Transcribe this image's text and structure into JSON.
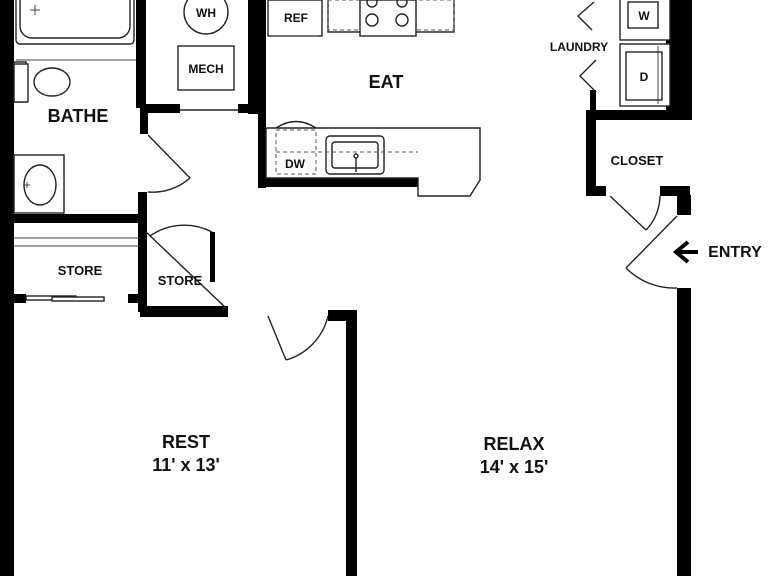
{
  "rooms": {
    "bathe": "BATHE",
    "wh": "WH",
    "mech": "MECH",
    "ref": "REF",
    "eat": "EAT",
    "dw": "DW",
    "laundry": "LAUNDRY",
    "washer": "W",
    "dryer": "D",
    "closet": "CLOSET",
    "entry": "ENTRY",
    "store_left": "STORE",
    "store_mid": "STORE",
    "rest": "REST",
    "rest_size": "11' x 13'",
    "relax": "RELAX",
    "relax_size": "14' x 15'"
  },
  "icons": {
    "entry_arrow": "left-arrow-icon"
  },
  "colors": {
    "wall": "#000000",
    "background": "#ffffff"
  }
}
